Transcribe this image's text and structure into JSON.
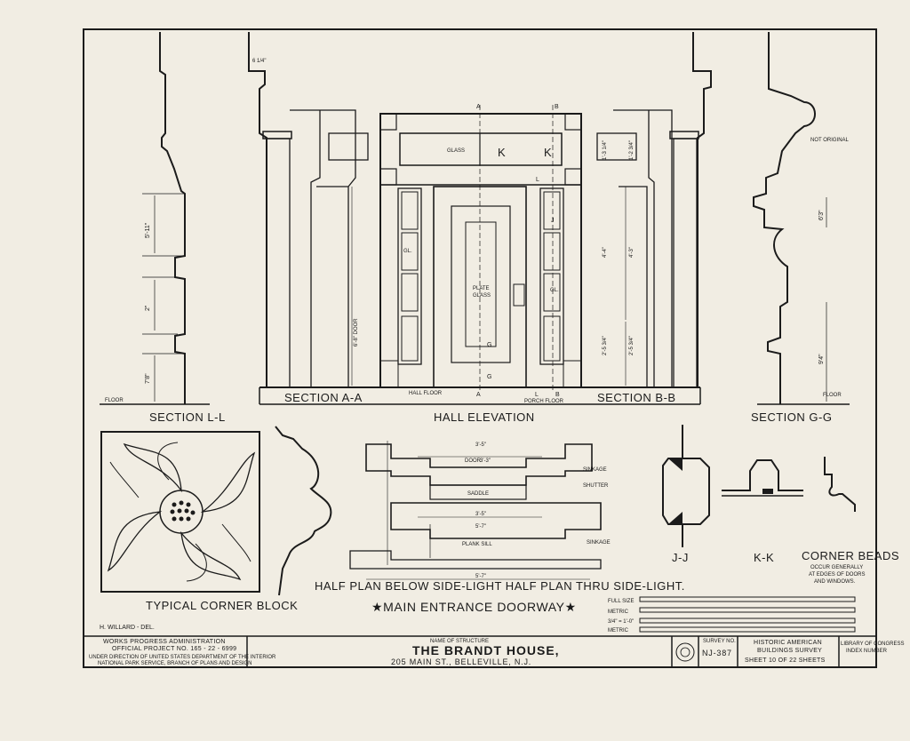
{
  "drawing": {
    "sections": {
      "ll": "SECTION L-L",
      "aa": "SECTION A-A",
      "bb": "SECTION B-B",
      "gg": "SECTION G-G",
      "jj": "J-J",
      "kk": "K-K"
    },
    "elevation_title": "HALL ELEVATION",
    "labels": {
      "floor_left": "FLOOR",
      "floor_right": "FLOOR",
      "hall_floor": "HALL FLOOR",
      "porch_floor": "PORCH FLOOR",
      "glass": "GLASS",
      "plate_glass_1": "PLATE",
      "plate_glass_2": "GLASS",
      "gl_left": "GL.",
      "gl_right": "GL.",
      "not_original": "NOT ORIGINAL",
      "door_dim": "6'-8\" DOOR",
      "door_plan": "DOOR",
      "saddle": "SADDLE",
      "shutter": "SHUTTER",
      "sinkage_1": "SINKAGE",
      "sinkage_2": "SINKAGE",
      "plank_sill": "PLANK SILL",
      "cut_a_top": "A",
      "cut_b_top": "B",
      "cut_a_bot": "A",
      "cut_b_bot": "B",
      "cut_l_top": "L",
      "cut_l_bot": "L",
      "cut_g_top": "G",
      "cut_g_bot": "G",
      "cut_k_1": "K",
      "cut_k_2": "K",
      "cut_j": "J",
      "dim_1": "5'-11\"",
      "dim_2": "2\"",
      "dim_3": "7'8\"",
      "dim_4": "6'3\"",
      "dim_5": "9'4\"",
      "dim_6": "4'-4\"",
      "dim_7": "4'-3\"",
      "dim_8": "2'-5 3/4\"",
      "dim_9": "2'-5 3/4\"",
      "dim_10": "3'-5\"",
      "dim_11": "3'-3\"",
      "dim_12": "3'-5\"",
      "dim_13": "5'-7\"",
      "dim_14": "5'-7\"",
      "dim_15": "6 1/4\"",
      "dim_16": "1'-3 1/4\"",
      "dim_17": "1'-2 3/4\""
    },
    "corner_block_title": "TYPICAL CORNER BLOCK",
    "plan_caption": "HALF PLAN BELOW SIDE-LIGHT  HALF PLAN THRU SIDE-LIGHT.",
    "main_title": "★MAIN ENTRANCE DOORWAY★",
    "corner_beads_title": "CORNER BEADS",
    "corner_beads_note_1": "OCCUR GENERALLY",
    "corner_beads_note_2": "AT EDGES OF DOORS",
    "corner_beads_note_3": "AND WINDOWS.",
    "delineator": "H. WILLARD - DEL.",
    "scales": {
      "full_size": "FULL SIZE",
      "metric_1": "METRIC",
      "three_quarter": "3/4\" = 1'-0\"",
      "metric_2": "METRIC"
    }
  },
  "title_block": {
    "agency_1": "WORKS PROGRESS ADMINISTRATION",
    "agency_2": "OFFICIAL PROJECT NO. 165 - 22 - 6999",
    "agency_3": "UNDER DIRECTION OF UNITED STATES DEPARTMENT OF THE INTERIOR",
    "agency_4": "NATIONAL PARK SERVICE, BRANCH OF PLANS AND DESIGN",
    "name_label": "NAME OF STRUCTURE",
    "structure_name": "THE BRANDT HOUSE,",
    "address": "205 MAIN ST., BELLEVILLE, N.J.",
    "survey_label": "SURVEY NO.",
    "survey_no": "NJ-387",
    "habs_1": "HISTORIC AMERICAN",
    "habs_2": "BUILDINGS SURVEY",
    "sheet": "SHEET 10 OF 22 SHEETS",
    "lib_1": "LIBRARY OF CONGRESS",
    "lib_2": "INDEX NUMBER"
  }
}
